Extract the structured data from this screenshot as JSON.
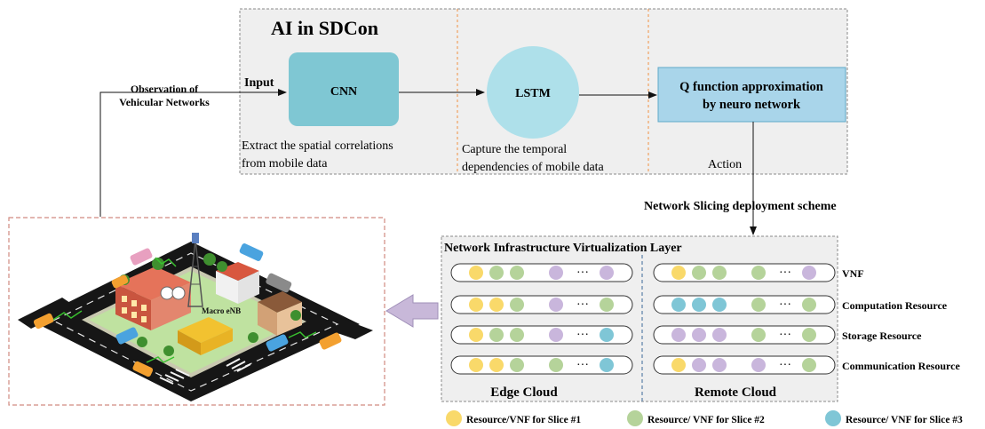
{
  "ai_panel": {
    "title": "AI in SDCon",
    "input_label": "Input",
    "cnn_label": "CNN",
    "lstm_label": "LSTM",
    "q_line1": "Q function approximation",
    "q_line2": "by neuro network",
    "cnn_desc_line1": "Extract the spatial correlations",
    "cnn_desc_line2": "from mobile data",
    "lstm_desc_line1": "Capture the temporal",
    "lstm_desc_line2": "dependencies of mobile data",
    "action_label": "Action"
  },
  "observation": {
    "line1": "Observation of",
    "line2": "Vehicular Networks"
  },
  "deployment_label": "Network Slicing deployment scheme",
  "infrastructure": {
    "title": "Network Infrastructure Virtualization Layer",
    "edge_label": "Edge Cloud",
    "remote_label": "Remote Cloud",
    "rows": [
      {
        "label": "VNF",
        "edge": [
          "yellow",
          "green",
          "green",
          "purple",
          "purple"
        ],
        "remote": [
          "yellow",
          "green",
          "green",
          "green",
          "purple"
        ]
      },
      {
        "label": "Computation Resource",
        "edge": [
          "yellow",
          "yellow",
          "green",
          "purple",
          "green"
        ],
        "remote": [
          "blue",
          "blue",
          "blue",
          "green",
          "green"
        ]
      },
      {
        "label": "Storage Resource",
        "edge": [
          "yellow",
          "green",
          "green",
          "purple",
          "blue"
        ],
        "remote": [
          "purple",
          "purple",
          "purple",
          "green",
          "green"
        ]
      },
      {
        "label": "Communication Resource",
        "edge": [
          "yellow",
          "yellow",
          "green",
          "green",
          "blue"
        ],
        "remote": [
          "yellow",
          "purple",
          "purple",
          "purple",
          "green"
        ]
      }
    ],
    "ellipsis": "···"
  },
  "city": {
    "enb_label": "Macro eNB"
  },
  "legend": [
    {
      "label": "Resource/VNF for Slice #1",
      "color": "#f9d96a"
    },
    {
      "label": "Resource/ VNF for Slice #2",
      "color": "#b5d39a"
    },
    {
      "label": "Resource/ VNF for Slice #3",
      "color": "#7fc6d6"
    }
  ],
  "colors": {
    "yellow": "#f9d96a",
    "green": "#b5d39a",
    "purple": "#c9b6dc",
    "blue": "#7fc6d6",
    "cnn_box": "#7fc7d3",
    "lstm_circle": "#aee0ea",
    "q_box": "#a9d5ea",
    "big_arrow": "#c8b8d9"
  }
}
